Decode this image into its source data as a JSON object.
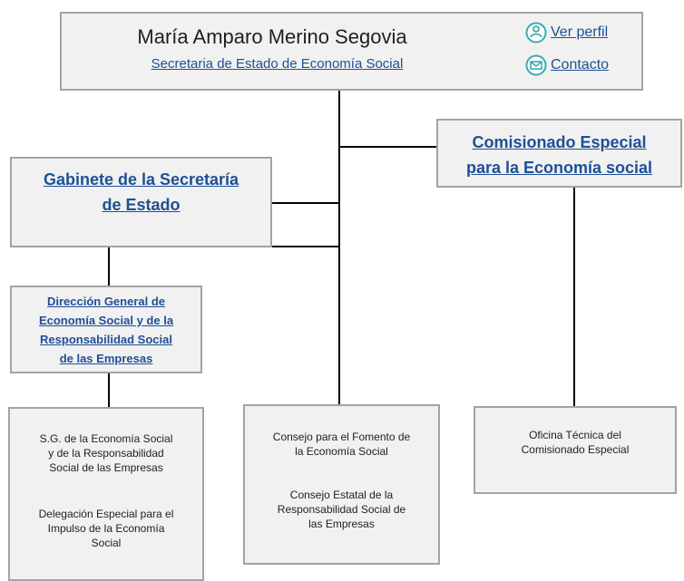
{
  "top": {
    "name": "María Amparo Merino Segovia",
    "role": "Secretaria de Estado de Economía Social",
    "view_profile": "Ver perfil",
    "contact": "Contacto",
    "view_profile_icon": "user-circle-icon",
    "contact_icon": "mail-circle-icon"
  },
  "gabinete": {
    "line1": "Gabinete de la Secretaría",
    "line2": "de Estado"
  },
  "comisionado": {
    "line1": "Comisionado Especial",
    "line2": "para la Economía social"
  },
  "direccion_general": {
    "line1": "Dirección General de",
    "line2": "Economía Social y de la",
    "line3": "Responsabilidad Social",
    "line4": "de las Empresas"
  },
  "sg": {
    "item1_line1": "S.G. de la Economía Social",
    "item1_line2": "y de la Responsabilidad",
    "item1_line3": "Social de las Empresas",
    "item2_line1": "Delegación Especial para el",
    "item2_line2": "Impulso de la Economía",
    "item2_line3": "Social"
  },
  "consejos": {
    "item1_line1": "Consejo para el Fomento de",
    "item1_line2": "la Economía Social",
    "item2_line1": "Consejo Estatal de la",
    "item2_line2": "Responsabilidad Social de",
    "item2_line3": "las Empresas"
  },
  "oficina": {
    "line1": "Oficina Técnica del",
    "line2": "Comisionado Especial"
  },
  "colors": {
    "link": "#1f4f96",
    "box_fill": "#f1f1f1",
    "box_border": "#a3a3a3",
    "connector": "#000000",
    "icon": "#3aa9b6"
  }
}
